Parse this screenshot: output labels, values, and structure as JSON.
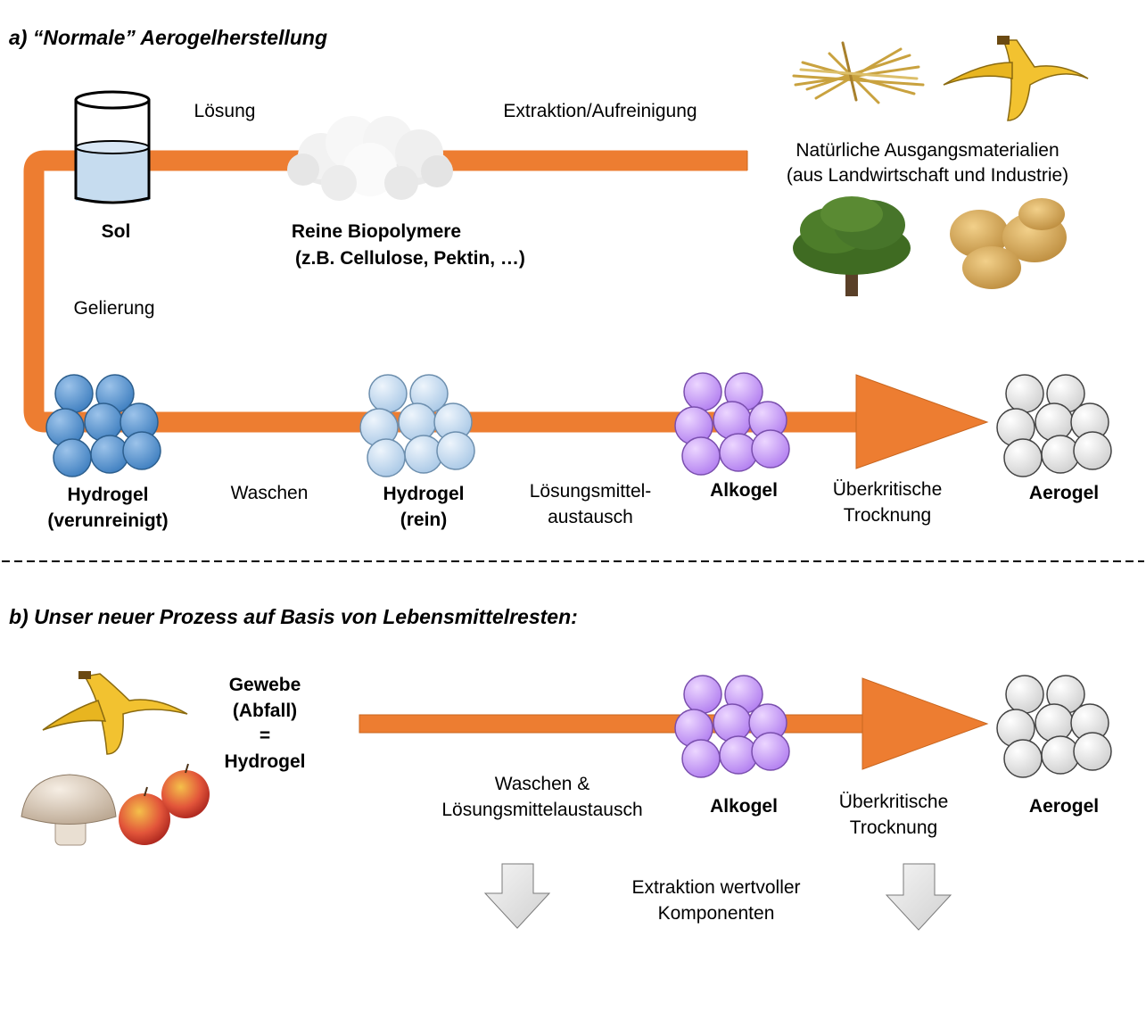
{
  "section_a": {
    "heading": "a) “Normale” Aerogelherstellung",
    "label_loesung": "Lösung",
    "label_extraktion": "Extraktion/Aufreinigung",
    "natural_materials": [
      "Natürliche Ausgangsmaterialien",
      "(aus Landwirtschaft und Industrie)"
    ],
    "sol": "Sol",
    "biopolymers": [
      "Reine Biopolymere",
      "(z.B. Cellulose, Pektin, …)"
    ],
    "label_gelierung": "Gelierung",
    "hydrogel_dirty": [
      "Hydrogel",
      "(verunreinigt)"
    ],
    "label_waschen": "Waschen",
    "hydrogel_pure": [
      "Hydrogel",
      "(rein)"
    ],
    "label_exchange": [
      "Lösungsmittel-",
      "austausch"
    ],
    "alkogel": "Alkogel",
    "label_drying": [
      "Überkritische",
      "Trocknung"
    ],
    "aerogel": "Aerogel"
  },
  "section_b": {
    "heading": "b) Unser neuer Prozess auf Basis von Lebensmittelresten:",
    "tissue": [
      "Gewebe",
      "(Abfall)",
      "=",
      "Hydrogel"
    ],
    "label_wash_exchange": [
      "Waschen &",
      "Lösungsmittelaustausch"
    ],
    "alkogel": "Alkogel",
    "label_drying": [
      "Überkritische",
      "Trocknung"
    ],
    "aerogel": "Aerogel",
    "label_extraction": [
      "Extraktion wertvoller",
      "Komponenten"
    ]
  },
  "colors": {
    "arrow": "#ED7D31",
    "hydrogel_dirty": "#5B9BD5",
    "hydrogel_pure": "#BDD7EE",
    "alkogel": "#CC99FF",
    "aerogel": "#FFFFFF",
    "down_arrow": "#E0E0E0"
  }
}
